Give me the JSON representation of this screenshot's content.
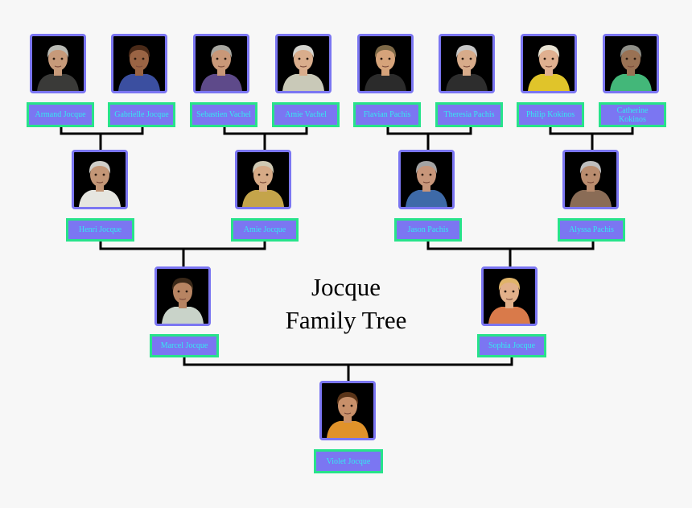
{
  "title": {
    "line1": "Jocque",
    "line2": "Family Tree"
  },
  "colors": {
    "background": "#f7f7f7",
    "frame": "#7b76f2",
    "label_fill": "#7b76f2",
    "label_border": "#27e38a",
    "label_text": "#35e9ef",
    "connector": "#000000"
  },
  "people": [
    {
      "id": "armand",
      "name": "Armand Jocque",
      "hair": "#b9bab4",
      "shirt": "#3a3a38",
      "skin": "#c79a7a"
    },
    {
      "id": "gabrielle",
      "name": "Gabrielle Jocque",
      "hair": "#4a2a18",
      "shirt": "#3b4fa0",
      "skin": "#9a6444"
    },
    {
      "id": "sebastien",
      "name": "Sebastien Vachel",
      "hair": "#a8a7a0",
      "shirt": "#5e4a8a",
      "skin": "#c99878"
    },
    {
      "id": "amie1",
      "name": "Amie Vachel",
      "hair": "#d4d4cf",
      "shirt": "#c9c9b8",
      "skin": "#d9ad8c"
    },
    {
      "id": "flavian",
      "name": "Flavian Pachis",
      "hair": "#7d6846",
      "shirt": "#2b2b2b",
      "skin": "#d6a37a"
    },
    {
      "id": "theresia",
      "name": "Theresia Pachis",
      "hair": "#c6c6c6",
      "shirt": "#2d2d2d",
      "skin": "#d7ab8a"
    },
    {
      "id": "philip",
      "name": "Philip Kokinos",
      "hair": "#e8e2d2",
      "shirt": "#e0c42a",
      "skin": "#e0b090"
    },
    {
      "id": "catherine",
      "name": "Catherine Kokinos",
      "hair": "#8f8f88",
      "shirt": "#43b779",
      "skin": "#9a7254"
    },
    {
      "id": "henri",
      "name": "Henri Jocque",
      "hair": "#d0cfca",
      "shirt": "#e6e6e0",
      "skin": "#c39676"
    },
    {
      "id": "amie2",
      "name": "Amie Jocque",
      "hair": "#cfc8b2",
      "shirt": "#c4a44a",
      "skin": "#d6aa86"
    },
    {
      "id": "jason",
      "name": "Jason Pachis",
      "hair": "#a3a3a3",
      "shirt": "#3e6aa8",
      "skin": "#c8967a"
    },
    {
      "id": "alyssa",
      "name": "Alyssa Pachis",
      "hair": "#bdbdbd",
      "shirt": "#8a6c56",
      "skin": "#b98c6e"
    },
    {
      "id": "marcel",
      "name": "Marcel Jocque",
      "hair": "#3a2818",
      "shirt": "#c9d3c9",
      "skin": "#b78462"
    },
    {
      "id": "sophia",
      "name": "Sophia Jocque",
      "hair": "#e0b46a",
      "shirt": "#d97a4a",
      "skin": "#e2b08a"
    },
    {
      "id": "violet",
      "name": "Violet Jocque",
      "hair": "#5a3418",
      "shirt": "#e0922a",
      "skin": "#c8906a"
    }
  ]
}
